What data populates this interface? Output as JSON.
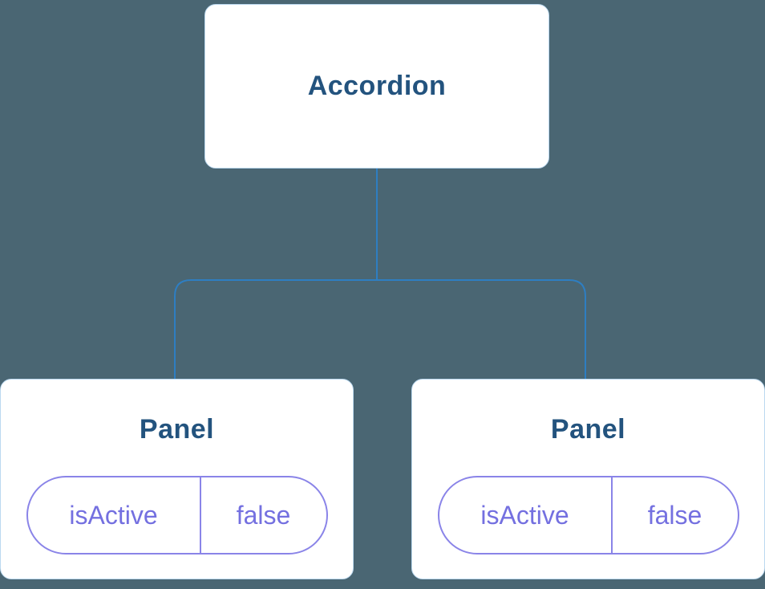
{
  "tree": {
    "root": {
      "label": "Accordion"
    },
    "panels": [
      {
        "label": "Panel",
        "prop": {
          "name": "isActive",
          "value": "false"
        }
      },
      {
        "label": "Panel",
        "prop": {
          "name": "isActive",
          "value": "false"
        }
      }
    ]
  },
  "colors": {
    "background": "#4a6673",
    "connector": "#2e7ec2",
    "node_bg": "#ffffff",
    "node_border": "#bcd9f0",
    "node_text": "#23537e",
    "prop_border": "#8a84e8",
    "prop_text": "#7470e0"
  }
}
